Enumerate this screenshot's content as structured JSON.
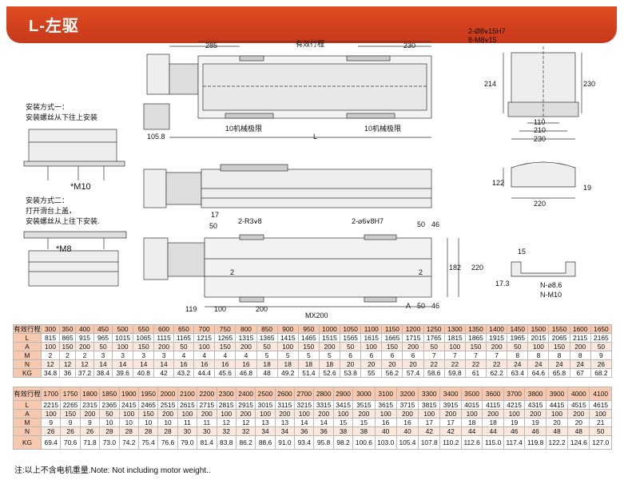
{
  "header": {
    "title": "L-左驱"
  },
  "notes": {
    "mount1_title": "安装方式一：",
    "mount1_desc": "安装螺丝从下往上安装",
    "mount1_screw": "*M10",
    "mount2_title": "安装方式二：",
    "mount2_line1": "打开滑台上盖，",
    "mount2_line2": "安装螺丝从上往下安装.",
    "mount2_screw": "*M8"
  },
  "dims": {
    "d285": "285",
    "stroke": "有效行程",
    "d230a": "230",
    "limit1": "10机械极限",
    "limit2": "10机械极限",
    "d105": "105.8",
    "L": "L",
    "hole1": "2-Ø8⩛15H7",
    "hole2": "8-M8⩛15",
    "d214": "214",
    "d230b": "230",
    "d110": "110",
    "d210": "210",
    "d230c": "230",
    "d122": "122",
    "d19": "19",
    "d220a": "220",
    "d17": "17",
    "d50a": "50",
    "r3": "2-R3⩛8",
    "pin": "2-⌀6⩛8H7",
    "d50b": "50",
    "d46a": "46",
    "d2a": "2",
    "d2b": "2",
    "d182": "182",
    "d220b": "220",
    "d119": "119",
    "d100": "100",
    "d200": "200",
    "mx": "MX200",
    "A": "A",
    "d50c": "50",
    "d46b": "46",
    "d15": "15",
    "d173": "17.3",
    "n86": "N-⌀8.6",
    "nm10": "N-M10"
  },
  "table1": {
    "headers": [
      "有效行程",
      "L",
      "A",
      "M",
      "N",
      "KG"
    ],
    "rows": [
      [
        "300",
        "350",
        "400",
        "450",
        "500",
        "550",
        "600",
        "650",
        "700",
        "750",
        "800",
        "850",
        "900",
        "950",
        "1000",
        "1050",
        "1100",
        "1150",
        "1200",
        "1250",
        "1300",
        "1350",
        "1400",
        "1450",
        "1500",
        "1550",
        "1600",
        "1650"
      ],
      [
        "815",
        "865",
        "915",
        "965",
        "1015",
        "1065",
        "1115",
        "1165",
        "1215",
        "1265",
        "1315",
        "1365",
        "1415",
        "1465",
        "1515",
        "1565",
        "1615",
        "1665",
        "1715",
        "1765",
        "1815",
        "1865",
        "1915",
        "1965",
        "2015",
        "2065",
        "2115",
        "2165"
      ],
      [
        "100",
        "150",
        "200",
        "50",
        "100",
        "150",
        "200",
        "50",
        "100",
        "150",
        "200",
        "50",
        "100",
        "150",
        "200",
        "50",
        "100",
        "150",
        "200",
        "50",
        "100",
        "150",
        "200",
        "50",
        "100",
        "150",
        "200",
        "50"
      ],
      [
        "2",
        "2",
        "2",
        "3",
        "3",
        "3",
        "3",
        "4",
        "4",
        "4",
        "4",
        "5",
        "5",
        "5",
        "5",
        "6",
        "6",
        "6",
        "6",
        "7",
        "7",
        "7",
        "7",
        "8",
        "8",
        "8",
        "8",
        "9"
      ],
      [
        "12",
        "12",
        "12",
        "14",
        "14",
        "14",
        "14",
        "16",
        "16",
        "16",
        "16",
        "18",
        "18",
        "18",
        "18",
        "20",
        "20",
        "20",
        "20",
        "22",
        "22",
        "22",
        "22",
        "24",
        "24",
        "24",
        "24",
        "26"
      ],
      [
        "34.8",
        "36",
        "37.2",
        "38.4",
        "39.6",
        "40.8",
        "42",
        "43.2",
        "44.4",
        "45.6",
        "46.8",
        "48",
        "49.2",
        "51.4",
        "52.6",
        "53.8",
        "55",
        "56.2",
        "57.4",
        "58.6",
        "59.8",
        "61",
        "62.2",
        "63.4",
        "64.6",
        "65.8",
        "67",
        "68.2"
      ]
    ]
  },
  "table2": {
    "headers": [
      "有效行程",
      "L",
      "A",
      "M",
      "N",
      "KG"
    ],
    "rows": [
      [
        "1700",
        "1750",
        "1800",
        "1850",
        "1900",
        "1950",
        "2000",
        "2100",
        "2200",
        "2300",
        "2400",
        "2500",
        "2600",
        "2700",
        "2800",
        "2900",
        "3000",
        "3100",
        "3200",
        "3300",
        "3400",
        "3500",
        "3600",
        "3700",
        "3800",
        "3900",
        "4000",
        "4100"
      ],
      [
        "2215",
        "2265",
        "2315",
        "2365",
        "2415",
        "2465",
        "2515",
        "2615",
        "2715",
        "2815",
        "2915",
        "3015",
        "3115",
        "3215",
        "3315",
        "3415",
        "3515",
        "3615",
        "3715",
        "3815",
        "3915",
        "4015",
        "4115",
        "4215",
        "4315",
        "4415",
        "4515",
        "4615"
      ],
      [
        "100",
        "150",
        "200",
        "50",
        "100",
        "150",
        "200",
        "100",
        "200",
        "100",
        "200",
        "100",
        "200",
        "100",
        "200",
        "100",
        "200",
        "100",
        "200",
        "100",
        "200",
        "100",
        "200",
        "100",
        "200",
        "100",
        "200",
        "100"
      ],
      [
        "9",
        "9",
        "9",
        "10",
        "10",
        "10",
        "10",
        "11",
        "11",
        "12",
        "12",
        "13",
        "13",
        "14",
        "14",
        "15",
        "15",
        "16",
        "16",
        "17",
        "17",
        "18",
        "18",
        "19",
        "19",
        "20",
        "20",
        "21"
      ],
      [
        "26",
        "26",
        "26",
        "28",
        "28",
        "28",
        "28",
        "30",
        "30",
        "32",
        "32",
        "34",
        "34",
        "36",
        "36",
        "38",
        "38",
        "40",
        "40",
        "42",
        "42",
        "44",
        "44",
        "46",
        "46",
        "48",
        "48",
        "50"
      ],
      [
        "69.4",
        "70.6",
        "71.8",
        "73.0",
        "74.2",
        "75.4",
        "76.6",
        "79.0",
        "81.4",
        "83.8",
        "86.2",
        "88.6",
        "91.0",
        "93.4",
        "95.8",
        "98.2",
        "100.6",
        "103.0",
        "105.4",
        "107.8",
        "110.2",
        "112.6",
        "115.0",
        "117.4",
        "119.8",
        "122.2",
        "124.6",
        "127.0"
      ]
    ]
  },
  "footnote": "注:以上不含电机重量.Note: Not including motor weight.."
}
